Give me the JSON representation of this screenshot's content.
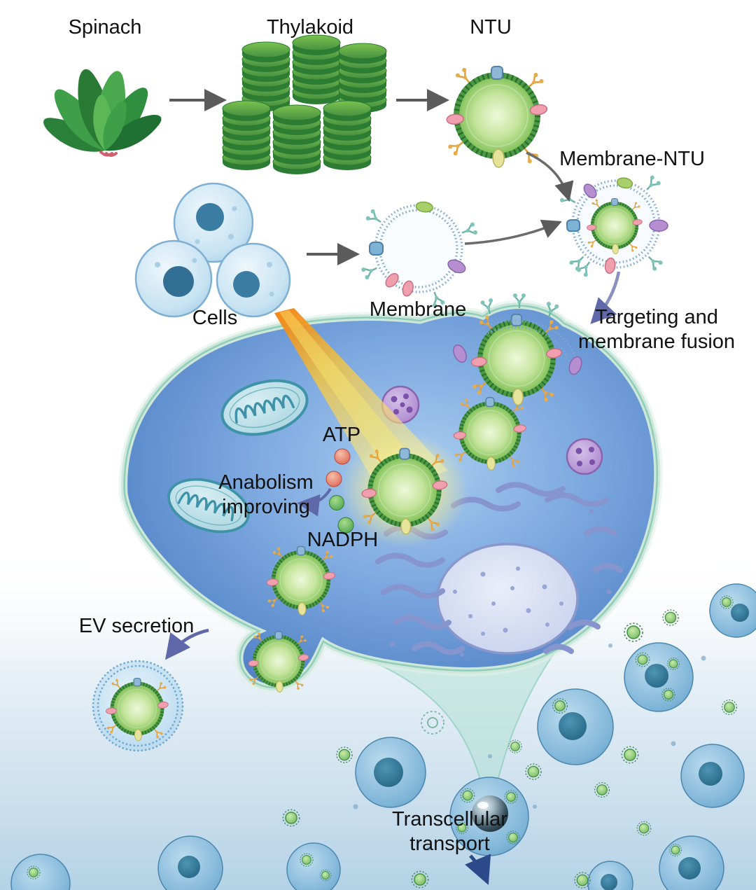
{
  "labels": {
    "spinach": "Spinach",
    "thylakoid": "Thylakoid",
    "ntu": "NTU",
    "membrane_ntu": "Membrane-NTU",
    "cells": "Cells",
    "membrane": "Membrane",
    "targeting_fusion": "Targeting and membrane fusion",
    "atp": "ATP",
    "anabolism_improving": "Anabolism improving",
    "nadph": "NADPH",
    "ev_secretion": "EV secretion",
    "transcellular_transport": "Transcellular transport"
  },
  "connections": [
    {
      "from": "Spinach",
      "to": "Thylakoid"
    },
    {
      "from": "Thylakoid",
      "to": "NTU"
    },
    {
      "from": "Cells",
      "to": "Membrane"
    },
    {
      "from": "NTU",
      "to": "Membrane-NTU"
    },
    {
      "from": "Membrane",
      "to": "Membrane-NTU"
    },
    {
      "from": "Membrane-NTU",
      "to": "Targeting and membrane fusion"
    }
  ],
  "colors": {
    "leaf_green": "#2f8f3f",
    "thylakoid_green": "#459140",
    "ntu_green": "#8cc763",
    "cell_blue": "#9ecbe6",
    "big_cell_blue": "#5585c8",
    "membrane_bead_blue": "#7fa8cc",
    "beam_orange": "#f2820f",
    "atp_red": "#d85848",
    "nadph_green": "#3f9a46",
    "vesicle_purple": "#a379c8",
    "arrow_gray": "#5b5b5b",
    "arrow_purple": "#5f68a8",
    "arrow_navy": "#2c4a8a",
    "background_bottom": "#b4d2e6"
  }
}
